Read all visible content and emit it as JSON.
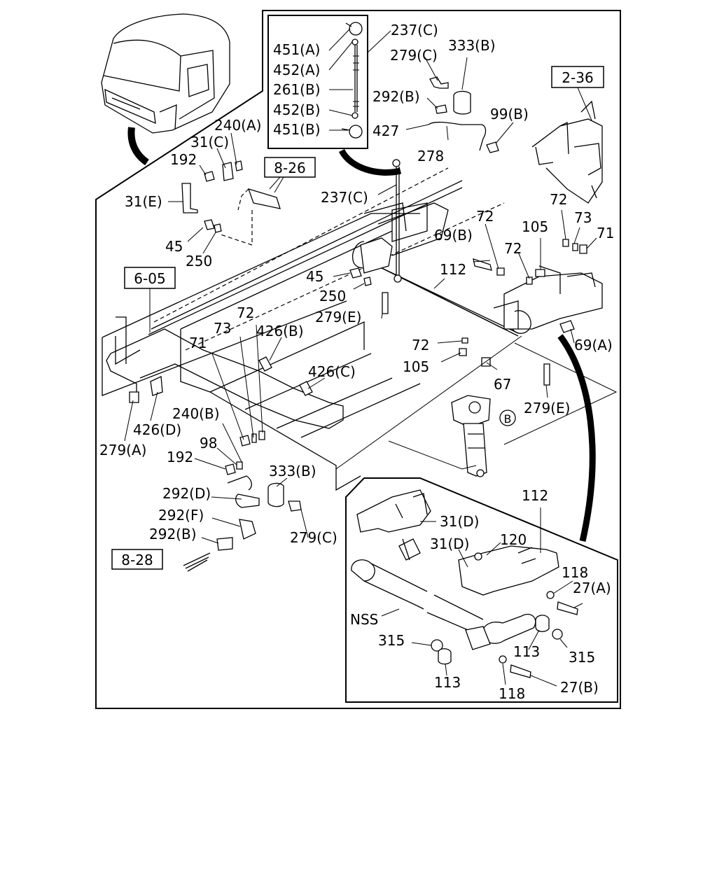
{
  "references": {
    "ref_2_36": "2-36",
    "ref_8_26": "8-26",
    "ref_6_05": "6-05",
    "ref_8_28": "8-28"
  },
  "inset_top": {
    "l_451a": "451(A)",
    "l_452a": "452(A)",
    "l_261b": "261(B)",
    "l_452b": "452(B)",
    "l_451b": "451(B)"
  },
  "labels": {
    "l_237c_top": "237(C)",
    "l_279c_top": "279(C)",
    "l_333b_top": "333(B)",
    "l_292b_top": "292(B)",
    "l_99b": "99(B)",
    "l_427": "427",
    "l_278": "278",
    "l_240a": "240(A)",
    "l_31c": "31(C)",
    "l_192_top": "192",
    "l_31e": "31(E)",
    "l_45_top": "45",
    "l_250_top": "250",
    "l_237c_mid": "237(C)",
    "l_72_a": "72",
    "l_73_a": "73",
    "l_71_a": "71",
    "l_72_b": "72",
    "l_69b": "69(B)",
    "l_105_a": "105",
    "l_72_c": "72",
    "l_112_a": "112",
    "l_45_mid": "45",
    "l_250_mid": "250",
    "l_279e_a": "279(E)",
    "l_72_d": "72",
    "l_73_b": "73",
    "l_426b": "426(B)",
    "l_71_b": "71",
    "l_69a": "69(A)",
    "l_72_e": "72",
    "l_105_b": "105",
    "l_426c": "426(C)",
    "l_67": "67",
    "l_279e_b": "279(E)",
    "l_b_circle": "B",
    "l_240b": "240(B)",
    "l_426d": "426(D)",
    "l_279a": "279(A)",
    "l_98": "98",
    "l_192_mid": "192",
    "l_333b_mid": "333(B)",
    "l_292d": "292(D)",
    "l_292f": "292(F)",
    "l_292b_mid": "292(B)",
    "l_279c_mid": "279(C)"
  },
  "inset_bottom": {
    "l_112_b": "112",
    "l_31d_a": "31(D)",
    "l_31d_b": "31(D)",
    "l_120": "120",
    "l_118_a": "118",
    "l_27a": "27(A)",
    "l_nss": "NSS",
    "l_315_a": "315",
    "l_113_a": "113",
    "l_315_b": "315",
    "l_113_b": "113",
    "l_118_b": "118",
    "l_27b": "27(B)"
  }
}
